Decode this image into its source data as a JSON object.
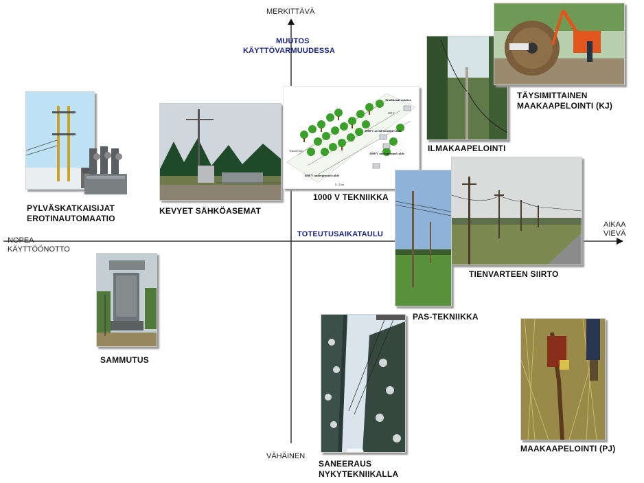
{
  "axes": {
    "top": "MERKITTÄVÄ",
    "bottom": "VÄHÄINEN",
    "left_line1": "NOPEA",
    "left_line2": "KÄYTTÖÖNOTTO",
    "right_line1": "AIKAA",
    "right_line2": "VIEVÄ",
    "y_title_line1": "MUUTOS",
    "y_title_line2": "KÄYTTÖVARMUUDESSA",
    "x_title": "TOTEUTUSAIKATAULU"
  },
  "items": {
    "pylvaskatkaisijat_line1": "PYLVÄSKATKAISIJAT",
    "pylvaskatkaisijat_line2": "EROTINAUTOMAATIO",
    "kevyet": "KEVYET SÄHKÖASEMAT",
    "tekniikka1000": "1000 V TEKNIIKKA",
    "ilmakaapelointi": "ILMAKAAPELOINTI",
    "taysimittainen_line1": "TÄYSIMITTAINEN",
    "taysimittainen_line2": "MAAKAAPELOINTI (KJ)",
    "tienvarteen": "TIENVARTEEN SIIRTO",
    "pas": "PAS-TEKNIIKKA",
    "sammutus": "SAMMUTUS",
    "saneeraus_line1": "SANEERAUS",
    "saneeraus_line2": "NYKYTEKNIIKALLA",
    "maakaapelointi_pj": "MAAKAAPELOINTI (PJ)"
  },
  "diagram_1000v": {
    "traditional": "Traditional solution",
    "aerial": "1000 V aerial bundled cable",
    "underground1": "1000 V underground cable",
    "underground2": "1000 V underground cable",
    "transformer": "Transformer",
    "v400": "400 V",
    "dist": "0...2 km"
  }
}
